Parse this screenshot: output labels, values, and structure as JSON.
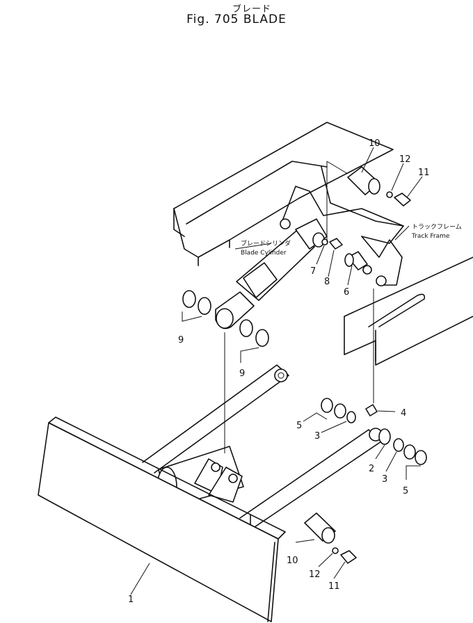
{
  "title_jp": "ブレード",
  "title_en": "Fig. 705 BLADE",
  "annotations": {
    "blade_cylinder_jp": "ブレードシリンダ",
    "blade_cylinder_en": "Blade Cylinder",
    "track_frame_jp": "トラックフレーム",
    "track_frame_en": "Track Frame"
  },
  "callouts": {
    "c1": "1",
    "c2": "2",
    "c3a": "3",
    "c3b": "3",
    "c4": "4",
    "c5a": "5",
    "c5b": "5",
    "c6": "6",
    "c7": "7",
    "c8": "8",
    "c9a": "9",
    "c9b": "9",
    "c10a": "10",
    "c10b": "10",
    "c11a": "11",
    "c11b": "11",
    "c12a": "12",
    "c12b": "12"
  }
}
